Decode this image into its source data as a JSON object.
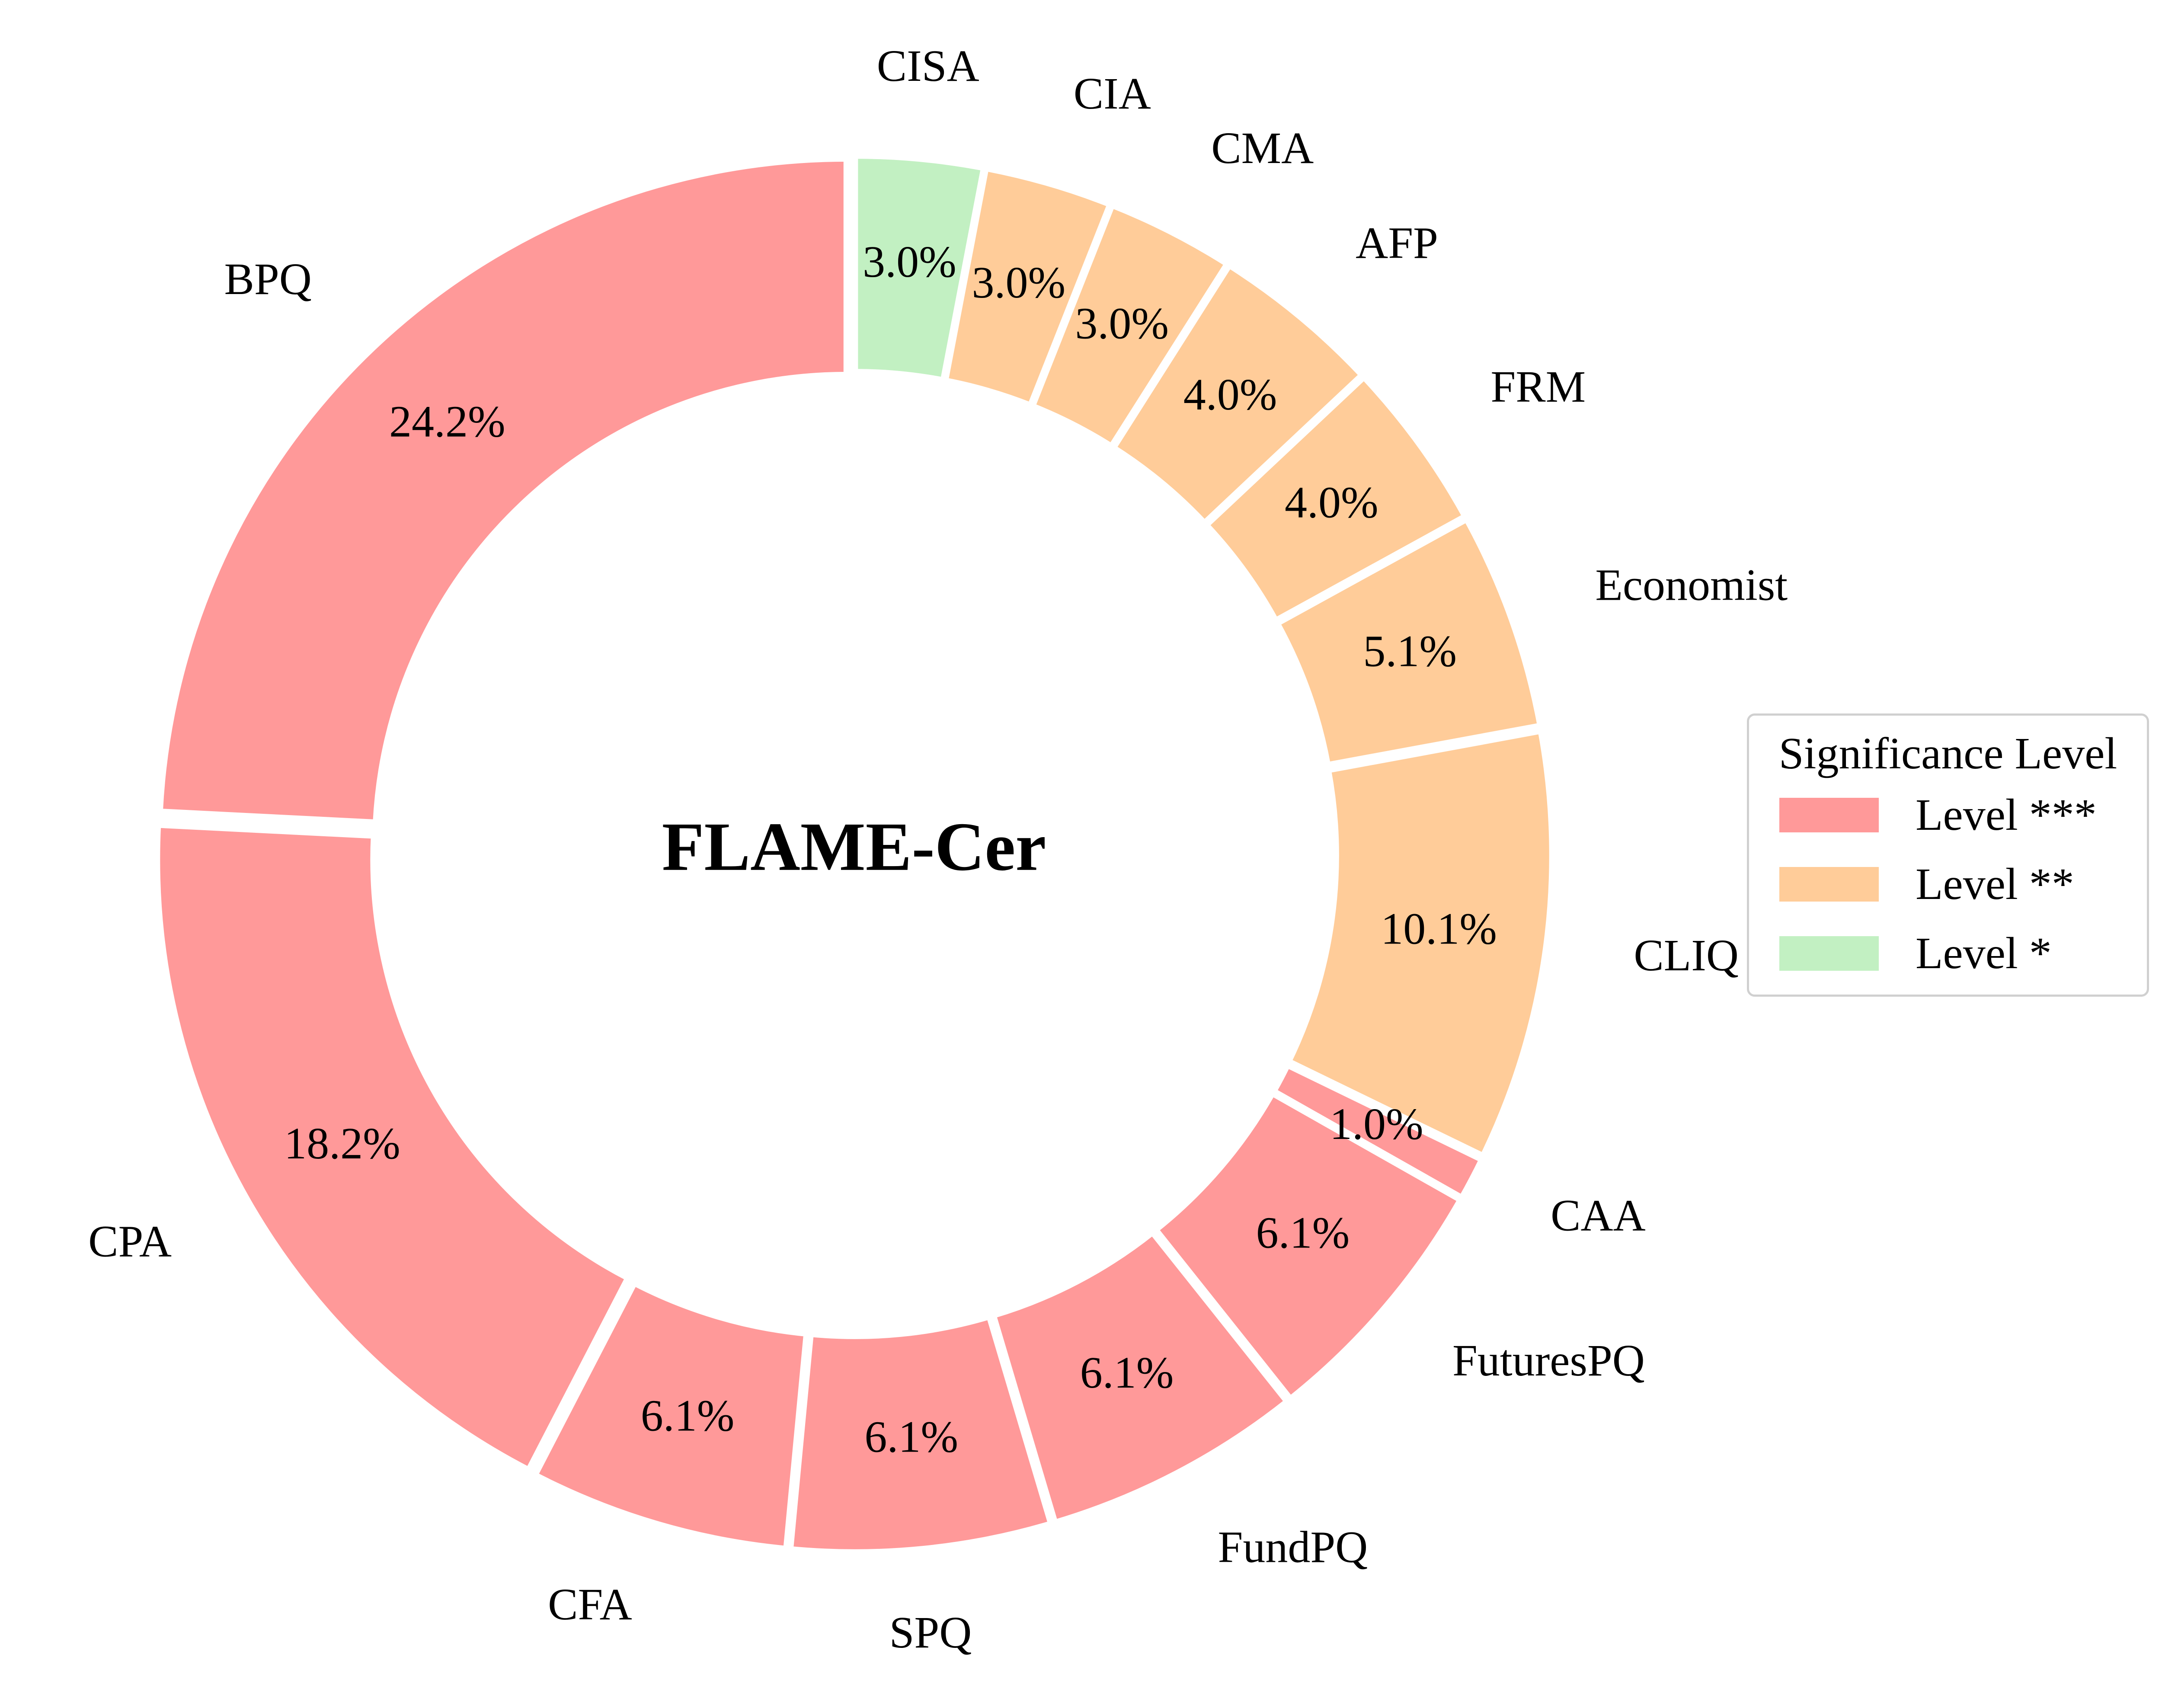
{
  "chart_data": {
    "type": "pie",
    "donut": true,
    "center_title": "FLAME-Cer",
    "start_angle_deg": 90,
    "direction": "clockwise",
    "slices": [
      {
        "label": "CISA",
        "value": 3.0,
        "pct_label": "3.0%",
        "level": "Level *"
      },
      {
        "label": "CIA",
        "value": 3.0,
        "pct_label": "3.0%",
        "level": "Level **"
      },
      {
        "label": "CMA",
        "value": 3.0,
        "pct_label": "3.0%",
        "level": "Level **"
      },
      {
        "label": "AFP",
        "value": 4.0,
        "pct_label": "4.0%",
        "level": "Level **"
      },
      {
        "label": "FRM",
        "value": 4.0,
        "pct_label": "4.0%",
        "level": "Level **"
      },
      {
        "label": "Economist",
        "value": 5.1,
        "pct_label": "5.1%",
        "level": "Level **"
      },
      {
        "label": "CLIQ",
        "value": 10.1,
        "pct_label": "10.1%",
        "level": "Level **"
      },
      {
        "label": "CAA",
        "value": 1.0,
        "pct_label": "1.0%",
        "level": "Level ***"
      },
      {
        "label": "FuturesPQ",
        "value": 6.1,
        "pct_label": "6.1%",
        "level": "Level ***"
      },
      {
        "label": "FundPQ",
        "value": 6.1,
        "pct_label": "6.1%",
        "level": "Level ***"
      },
      {
        "label": "SPQ",
        "value": 6.1,
        "pct_label": "6.1%",
        "level": "Level ***"
      },
      {
        "label": "CFA",
        "value": 6.1,
        "pct_label": "6.1%",
        "level": "Level ***"
      },
      {
        "label": "CPA",
        "value": 18.2,
        "pct_label": "18.2%",
        "level": "Level ***"
      },
      {
        "label": "BPQ",
        "value": 24.2,
        "pct_label": "24.2%",
        "level": "Level ***"
      }
    ],
    "legend": {
      "title": "Significance Level",
      "placement": "right",
      "entries": [
        {
          "label": "Level ***",
          "color": "#FF9999"
        },
        {
          "label": "Level **",
          "color": "#FFCC99"
        },
        {
          "label": "Level *",
          "color": "#C2F0C2"
        }
      ]
    }
  }
}
